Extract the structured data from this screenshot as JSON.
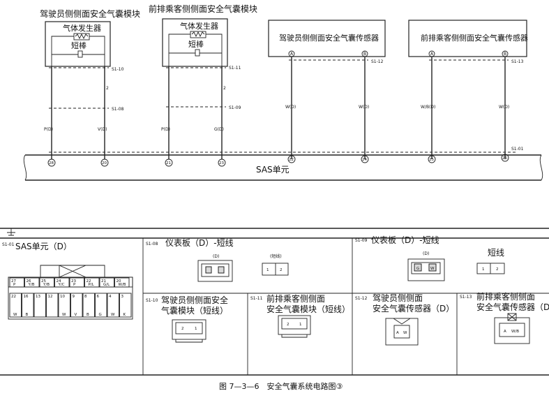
{
  "modules": {
    "driver_airbag_module": "驾驶员侧侧面安全气囊模块",
    "passenger_airbag_module": "前排乘客侧侧面安全气囊模块",
    "gas_generator": "气体发生器",
    "short_bar": "短棒",
    "driver_sensor": "驾驶员侧侧面安全气囊传感器",
    "passenger_sensor": "前排乘客侧侧面安全气囊传感器",
    "pin_a": "A",
    "pin_b": "B"
  },
  "connectors": {
    "s1_10": "S1-10",
    "s1_11": "S1-11",
    "s1_12": "S1-12",
    "s1_13": "S1-13",
    "s1_08": "S1-08",
    "s1_09": "S1-09",
    "s1_01": "S1-01"
  },
  "wires": {
    "num_2": "2",
    "w1": "P(D)",
    "w2": "V(D)",
    "w3": "P(D)",
    "w4": "G(D)",
    "w5": "W(D)",
    "w6": "W(D)",
    "w7": "W/B(D)",
    "w8": "W(D)"
  },
  "terminals": {
    "t1": "28",
    "t2": "20",
    "t3": "21",
    "t4": "23",
    "t5": "22",
    "t6": "24",
    "t7": "25",
    "t8": "26"
  },
  "sas_unit": "SAS单元",
  "panels": {
    "sas_title": "SAS单元（D）",
    "s1_08_title": "仪表板（D）-短线",
    "s1_09_title": "仪表板（D）-短线",
    "s1_10_title_1": "驾驶员侧侧面安全",
    "s1_10_title_2": "气囊模块（短线）",
    "s1_11_title_1": "前排乘客侧侧面",
    "s1_11_title_2": "安全气囊模块（短线）",
    "s1_12_title_1": "驾驶员侧侧面",
    "s1_12_title_2": "安全气囊传感器（D）",
    "s1_13_title_1": "前排乘客侧侧面",
    "s1_13_title_2": "安全气囊传感器（D）",
    "label_d": "(D)",
    "label_short": "(短线)",
    "label_short2": "短线",
    "p1": "1",
    "p2": "2",
    "pw": "W",
    "pg": "G",
    "pwb": "W/B"
  },
  "sas_pins_top": [
    "27",
    "26",
    "25",
    "24",
    "23",
    "22",
    "21",
    "20"
  ],
  "sas_pins_top_colors": [
    "P",
    "Y/B",
    "Y/B",
    "Y/C",
    "P",
    "P/L",
    "G/L",
    "W/B"
  ],
  "sas_pins_bottom": [
    "22",
    "16",
    "13",
    "12",
    "10",
    "9",
    "8",
    "6",
    "4",
    "3"
  ],
  "sas_pins_bottom_colors": [
    "W",
    "B",
    "",
    "",
    "W",
    "V",
    "B",
    "G",
    "W",
    "K"
  ],
  "caption": "图 7—3—6　安全气囊系统电路图③"
}
